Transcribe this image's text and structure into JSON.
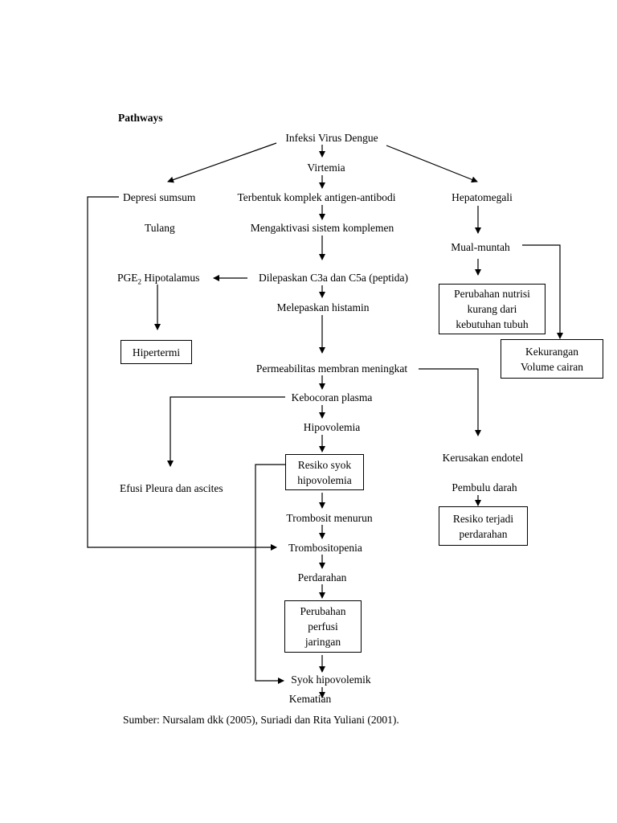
{
  "title": "Pathways",
  "nodes": {
    "infeksi": "Infeksi Virus Dengue",
    "virtemia": "Virtemia",
    "depresi": "Depresi sumsum",
    "tulang": "Tulang",
    "terbentuk": "Terbentuk komplek antigen-antibodi",
    "mengaktivasi": "Mengaktivasi sistem komplemen",
    "hepatomegali": "Hepatomegali",
    "mual": "Mual-muntah",
    "perubahan_nutrisi": [
      "Perubahan nutrisi",
      "kurang dari",
      "kebutuhan tubuh"
    ],
    "kekurangan": [
      "Kekurangan",
      "Volume cairan"
    ],
    "pge_main": "PGE",
    "pge_sub": "2",
    "pge_rest": " Hipotalamus",
    "dilepaskan": "Dilepaskan C3a dan C5a (peptida)",
    "melepaskan": "Melepaskan histamin",
    "hipertermi": "Hipertermi",
    "permeabilitas": "Permeabilitas membran meningkat",
    "kebocoran": "Kebocoran plasma",
    "hipovolemia": "Hipovolemia",
    "resiko_syok": [
      "Resiko syok",
      "hipovolemia"
    ],
    "efusi": "Efusi Pleura dan ascites",
    "kerusakan": "Kerusakan endotel",
    "pembulu": "Pembulu darah",
    "resiko_perdarahan": [
      "Resiko terjadi",
      "perdarahan"
    ],
    "trombosit": "Trombosit menurun",
    "trombositopenia": "Trombositopenia",
    "perdarahan": "Perdarahan",
    "perubahan_perfusi": [
      "Perubahan",
      "perfusi",
      "jaringan"
    ],
    "syok": "Syok hipovolemik",
    "kematian": "Kematian"
  },
  "source": "Sumber: Nursalam dkk (2005), Suriadi dan Rita Yuliani (2001)."
}
